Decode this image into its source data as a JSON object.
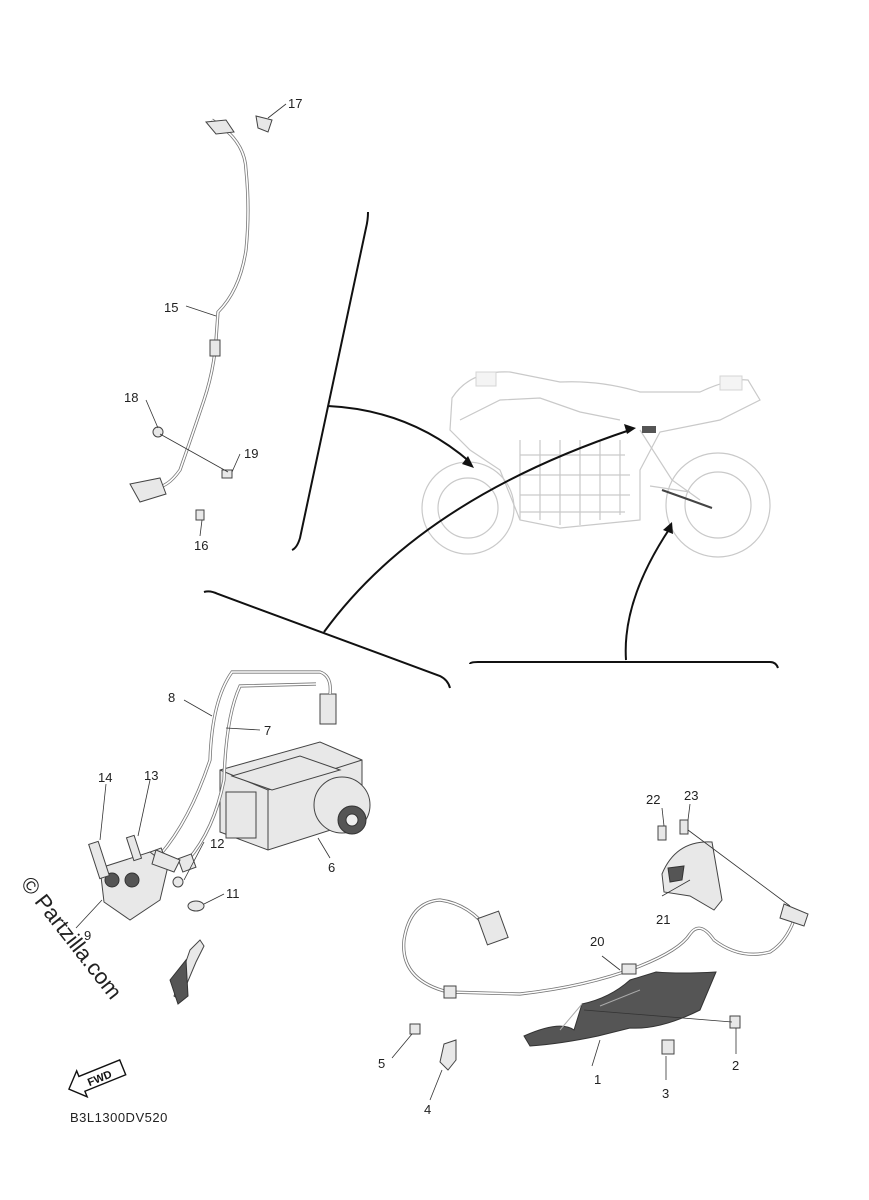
{
  "callouts": {
    "c1": "1",
    "c2": "2",
    "c3": "3",
    "c4": "4",
    "c5": "5",
    "c6": "6",
    "c7": "7",
    "c8": "8",
    "c9": "9",
    "c11": "11",
    "c12": "12",
    "c13": "13",
    "c14": "14",
    "c15": "15",
    "c16": "16",
    "c17": "17",
    "c18": "18",
    "c19": "19",
    "c20": "20",
    "c21": "21",
    "c22": "22",
    "c23": "23"
  },
  "diagram_code": "B3L1300DV520",
  "direction_label": "FWD",
  "watermark": "© Partzilla.com",
  "colors": {
    "line": "#111111",
    "part": "#e8e8e8",
    "ghost": "#c9c9c9"
  }
}
